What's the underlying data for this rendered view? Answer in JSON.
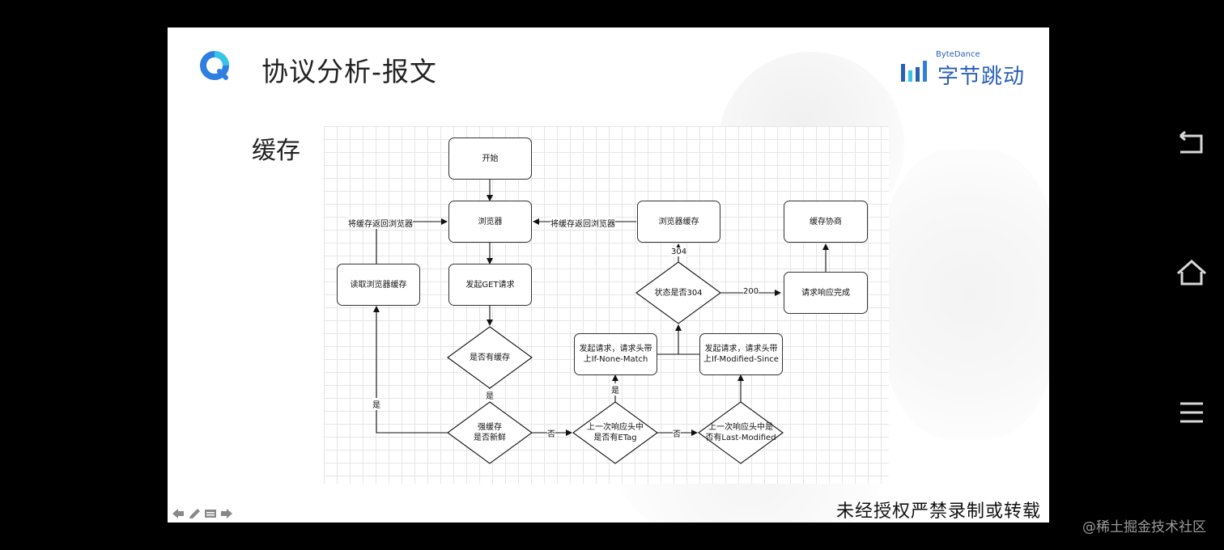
{
  "slide": {
    "title": "协议分析-报文",
    "brand_en": "ByteDance",
    "brand_cn": "字节跳动",
    "section": "缓存",
    "watermark": "未经授权严禁录制或转载"
  },
  "credit": "@稀土掘金技术社区",
  "flowchart": {
    "nodes": {
      "start": "开始",
      "browser": "浏览器",
      "send_get": "发起GET请求",
      "has_cache": "是否有缓存",
      "strong_fresh_l1": "强缓存",
      "strong_fresh_l2": "是否新鲜",
      "read_cache": "读取浏览器缓存",
      "etag_l1": "上一次响应头中",
      "etag_l2": "是否有ETag",
      "lastmod_l1": "上一次响应头中是",
      "lastmod_l2": "否有Last-Modified",
      "req_none_match_l1": "发起请求，请求头带",
      "req_none_match_l2": "上If-None-Match",
      "req_modified_l1": "发起请求，请求头带",
      "req_modified_l2": "上If-Modified-Since",
      "is_304": "状态是否304",
      "browser_cache": "浏览器缓存",
      "req_done": "请求响应完成",
      "negotiate": "缓存协商"
    },
    "edges": {
      "return_cache_left": "将缓存返回浏览器",
      "return_cache_right": "将缓存返回浏览器",
      "yes_left": "是",
      "yes_has_cache": "是",
      "yes_etag": "是",
      "no_fresh": "否",
      "no_etag": "否",
      "code_304": "304",
      "code_200": "200"
    }
  },
  "colors": {
    "brand_blue": "#2a5fb8",
    "logo_blue": "#2f7fe0",
    "logo_cyan": "#37c4e8"
  },
  "icons": {
    "logo": "qa-logo-icon",
    "brand": "bytedance-logo-icon",
    "nav": [
      "arrow-left-icon",
      "pen-icon",
      "slides-icon",
      "arrow-right-icon"
    ],
    "system": [
      "back-icon",
      "home-icon",
      "menu-icon"
    ]
  }
}
